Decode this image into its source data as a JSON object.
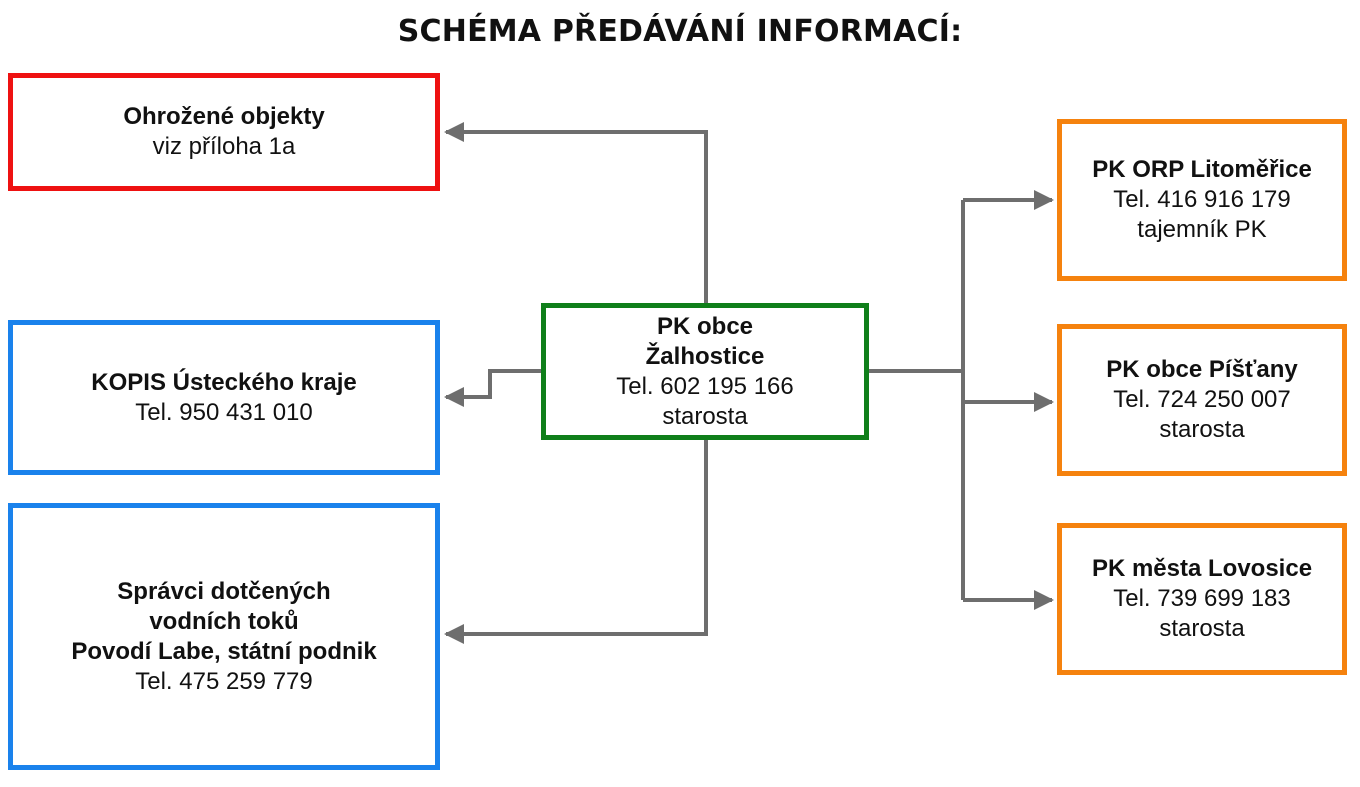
{
  "title": "SCHÉMA PŘEDÁVÁNÍ INFORMACÍ:",
  "colors": {
    "threat": "#ee1111",
    "authority": "#1a82ec",
    "center": "#0f7f1a",
    "recipient": "#f5820e",
    "connector": "#6e6e6e"
  },
  "nodes": {
    "objects": {
      "name": "Ohrožené objekty",
      "lines": [
        "viz příloha 1a"
      ]
    },
    "kopis": {
      "name": "KOPIS Ústeckého kraje",
      "lines": [
        "Tel. 950 431 010"
      ]
    },
    "rivers": {
      "name_lines": [
        "Správci dotčených",
        "vodních toků",
        "Povodí Labe, státní podnik"
      ],
      "lines": [
        "Tel. 475 259 779"
      ]
    },
    "center": {
      "name_lines": [
        "PK obce",
        "Žalhostice"
      ],
      "lines": [
        "Tel. 602 195 166",
        "starosta"
      ]
    },
    "orp": {
      "name": "PK ORP Litoměřice",
      "lines": [
        "Tel. 416 916 179",
        "tajemník PK"
      ]
    },
    "pistany": {
      "name": "PK obce Píšťany",
      "lines": [
        "Tel. 724 250 007",
        "starosta"
      ]
    },
    "lovosice": {
      "name": "PK města Lovosice",
      "lines": [
        "Tel. 739 699 183",
        "starosta"
      ]
    }
  },
  "edges": [
    {
      "from": "center",
      "to": "objects"
    },
    {
      "from": "center",
      "to": "kopis"
    },
    {
      "from": "center",
      "to": "rivers"
    },
    {
      "from": "center",
      "to": "orp"
    },
    {
      "from": "center",
      "to": "pistany"
    },
    {
      "from": "center",
      "to": "lovosice"
    }
  ]
}
